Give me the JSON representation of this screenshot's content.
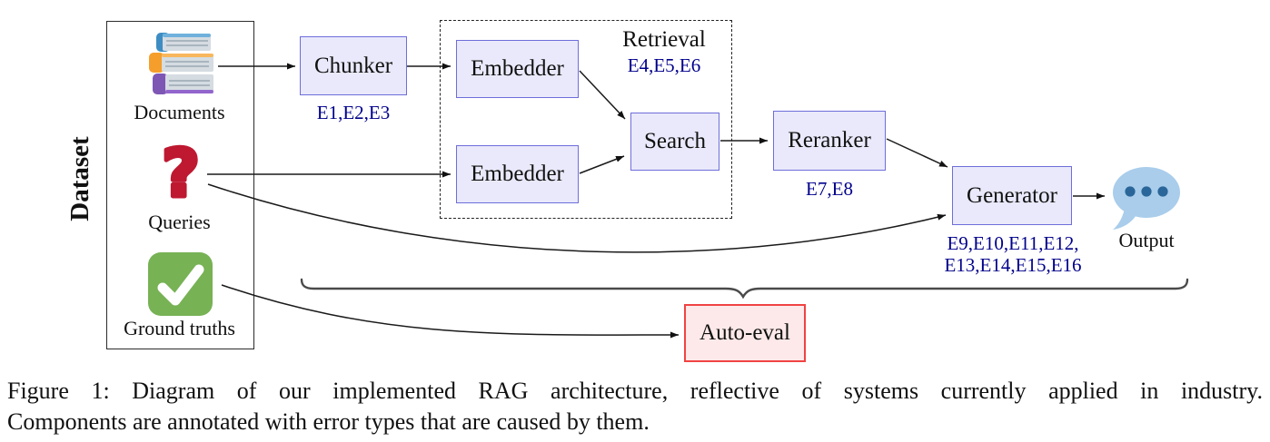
{
  "figure": {
    "dataset": {
      "title": "Dataset",
      "items": [
        {
          "label": "Documents",
          "icon": "books-icon"
        },
        {
          "label": "Queries",
          "icon": "question-mark-icon"
        },
        {
          "label": "Ground truths",
          "icon": "check-mark-icon"
        }
      ]
    },
    "nodes": {
      "chunker": {
        "label": "Chunker",
        "errors": "E1,E2,E3"
      },
      "retrieval_group": {
        "label": "Retrieval",
        "errors": "E4,E5,E6"
      },
      "embedder_documents": {
        "label": "Embedder"
      },
      "embedder_queries": {
        "label": "Embedder"
      },
      "search": {
        "label": "Search"
      },
      "reranker": {
        "label": "Reranker",
        "errors": "E7,E8"
      },
      "generator": {
        "label": "Generator",
        "errors_line1": "E9,E10,E11,E12,",
        "errors_line2": "E13,E14,E15,E16"
      },
      "auto_eval": {
        "label": "Auto-eval"
      },
      "output": {
        "label": "Output",
        "icon": "speech-bubble-icon"
      }
    },
    "colors": {
      "node_fill": "#E9E9FB",
      "node_border": "#6E6EDB",
      "error_text": "#00008B",
      "auto_eval_fill": "#FDE9E9",
      "auto_eval_border": "#F04343",
      "question_mark_red": "#BE1931",
      "check_green": "#77B255",
      "bubble_blue": "#A9CDEB",
      "bubble_dots": "#2A6699"
    }
  },
  "caption": {
    "line1": "Figure 1: Diagram of our implemented RAG architecture, reflective of systems currently applied in industry.",
    "line2": "Components are annotated with error types that are caused by them."
  }
}
